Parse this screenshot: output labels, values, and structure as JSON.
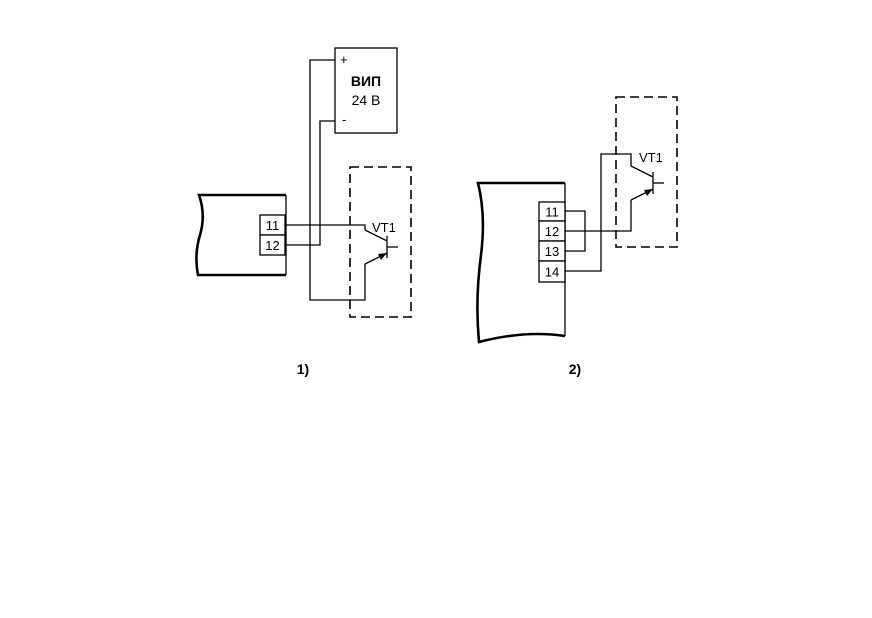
{
  "diagram1": {
    "caption": "1)",
    "supply": {
      "name": "ВИП",
      "voltage": "24 В",
      "plus": "+",
      "minus": "-"
    },
    "terminals": [
      "11",
      "12"
    ],
    "transistor": "VT1"
  },
  "diagram2": {
    "caption": "2)",
    "terminals": [
      "11",
      "12",
      "13",
      "14"
    ],
    "transistor": "VT1"
  }
}
